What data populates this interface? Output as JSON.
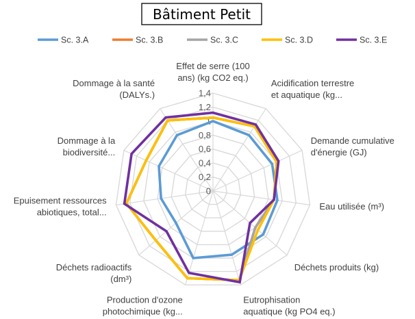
{
  "chart_data": {
    "type": "radar",
    "title": "Bâtiment Petit",
    "categories": [
      [
        "Effet de serre (100",
        "ans) (kg CO2 eq.)"
      ],
      [
        "Acidification terrestre",
        "et aquatique (kg..."
      ],
      [
        "Demande cumulative",
        "d'énergie (GJ)"
      ],
      [
        "Eau utilisée (m³)"
      ],
      [
        "Déchets produits (kg)"
      ],
      [
        "Eutrophisation",
        "aquatique (kg PO4 eq.)"
      ],
      [
        "Production d'ozone",
        "photochimique (kg..."
      ],
      [
        "Déchets radioactifs",
        "(dm³)"
      ],
      [
        "Epuisement ressources",
        "abiotiques, total..."
      ],
      [
        "Dommage à la",
        "biodiversité..."
      ],
      [
        "Dommage à la santé",
        "(DALYs.)"
      ]
    ],
    "r_ticks": [
      "0",
      "0,2",
      "0,4",
      "0,6",
      "0,8",
      "1",
      "1,2",
      "1,4"
    ],
    "r_max": 1.4,
    "grid": true,
    "legend_position": "top",
    "series": [
      {
        "name": "Sc. 3.A",
        "color": "#5b9bd5",
        "values": [
          1.0,
          0.95,
          0.93,
          0.93,
          0.95,
          0.95,
          1.0,
          0.7,
          0.75,
          0.85,
          0.95
        ]
      },
      {
        "name": "Sc. 3.B",
        "color": "#ed7d31",
        "values": [
          1.05,
          1.1,
          1.0,
          0.88,
          0.8,
          1.33,
          1.3,
          1.08,
          1.25,
          1.05,
          1.2
        ]
      },
      {
        "name": "Sc. 3.C",
        "color": "#a5a5a5",
        "values": [
          1.05,
          1.1,
          1.0,
          0.88,
          0.8,
          1.33,
          1.3,
          1.08,
          1.25,
          1.05,
          1.2
        ]
      },
      {
        "name": "Sc. 3.D",
        "color": "#ffc000",
        "values": [
          1.05,
          1.1,
          1.0,
          0.88,
          0.85,
          1.33,
          1.3,
          1.08,
          1.25,
          1.05,
          1.2
        ]
      },
      {
        "name": "Sc. 3.E",
        "color": "#7030a0",
        "values": [
          1.12,
          1.13,
          1.03,
          0.88,
          0.7,
          1.36,
          1.22,
          0.88,
          1.28,
          1.28,
          1.25
        ]
      }
    ]
  }
}
